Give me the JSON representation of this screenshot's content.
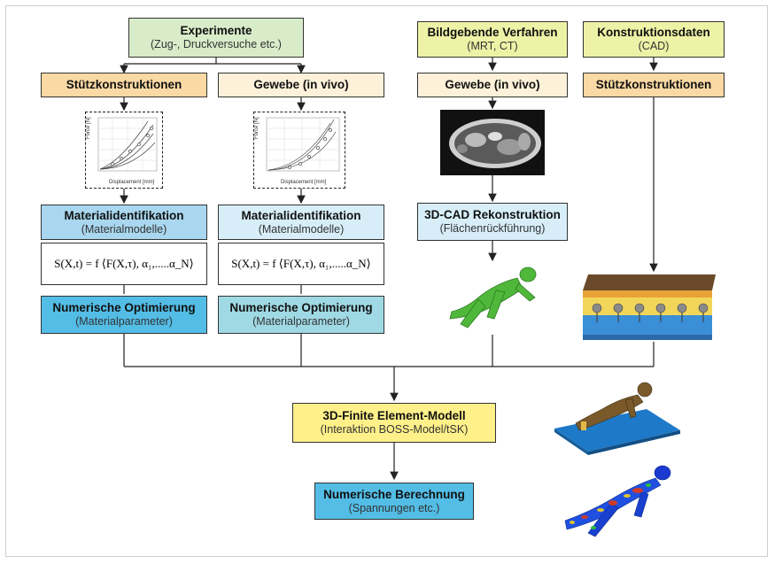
{
  "boxes": {
    "experimente": {
      "title": "Experimente",
      "sub": "(Zug-, Druckversuche etc.)"
    },
    "bildgebende": {
      "title": "Bildgebende Verfahren",
      "sub": "(MRT, CT)"
    },
    "konstruktion": {
      "title": "Konstruktionsdaten",
      "sub": "(CAD)"
    },
    "stuetz_left": {
      "title": "Stützkonstruktionen"
    },
    "gewebe_mid": {
      "title": "Gewebe (in vivo)"
    },
    "gewebe_right": {
      "title": "Gewebe (in vivo)"
    },
    "stuetz_right": {
      "title": "Stützkonstruktionen"
    },
    "matid_left": {
      "title": "Materialidentifikation",
      "sub": "(Materialmodelle)"
    },
    "matid_mid": {
      "title": "Materialidentifikation",
      "sub": "(Materialmodelle)"
    },
    "cad_rek": {
      "title": "3D-CAD Rekonstruktion",
      "sub": "(Flächenrückführung)"
    },
    "numopt_left": {
      "title": "Numerische Optimierung",
      "sub": "(Materialparameter)"
    },
    "numopt_mid": {
      "title": "Numerische Optimierung",
      "sub": "(Materialparameter)"
    },
    "fem": {
      "title": "3D-Finite Element-Modell",
      "sub": "(Interaktion BOSS-Model/tSK)"
    },
    "numcalc": {
      "title": "Numerische Berechnung",
      "sub": "(Spannungen etc.)"
    }
  },
  "formula": {
    "text": "S(X,t) = f ⟨F(X,τ), α₁,.....α_N⟩"
  },
  "plots": {
    "left": {
      "ylabel": "Force [N]",
      "xlabel": "Displacement [mm]"
    },
    "mid": {
      "ylabel": "Force [N]",
      "xlabel": "Displacement [mm]"
    }
  },
  "colors": {
    "orange": "#fad9a4",
    "cream": "#fdf1d9",
    "green": "#d9ecc9",
    "lime": "#eef2a6",
    "blue": "#a9d7ef",
    "cyan": "#53bde6",
    "yellow": "#fff08a"
  }
}
